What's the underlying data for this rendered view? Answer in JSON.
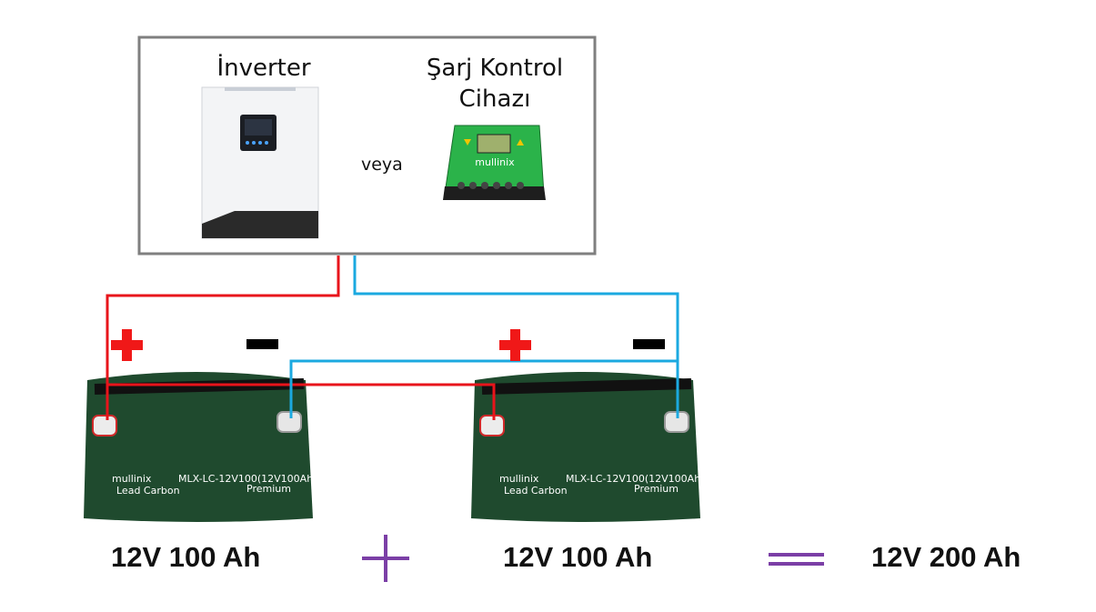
{
  "device_box": {
    "inverter_label": "İnverter",
    "controller_label_line1": "Şarj Kontrol",
    "controller_label_line2": "Cihazı",
    "or_label": "veya",
    "controller_brand": "mullinix"
  },
  "batteries": [
    {
      "brand": "mullinix",
      "model": "MLX-LC-12V100(12V100Ah)",
      "type": "Lead Carbon",
      "grade": "Premium",
      "caption": "12V 100 Ah"
    },
    {
      "brand": "mullinix",
      "model": "MLX-LC-12V100(12V100Ah)",
      "type": "Lead Carbon",
      "grade": "Premium",
      "caption": "12V 100 Ah"
    }
  ],
  "equation": {
    "plus_symbol": "+",
    "equals_symbol": "=",
    "result": "12V 200 Ah"
  },
  "colors": {
    "positive_wire": "#e8141b",
    "negative_wire": "#1ba9e0",
    "positive_sign": "#f01818",
    "negative_sign": "#000000",
    "operator": "#7b3fa6",
    "battery_body": "#1f4a2e",
    "box_border": "#7f7f7f"
  }
}
